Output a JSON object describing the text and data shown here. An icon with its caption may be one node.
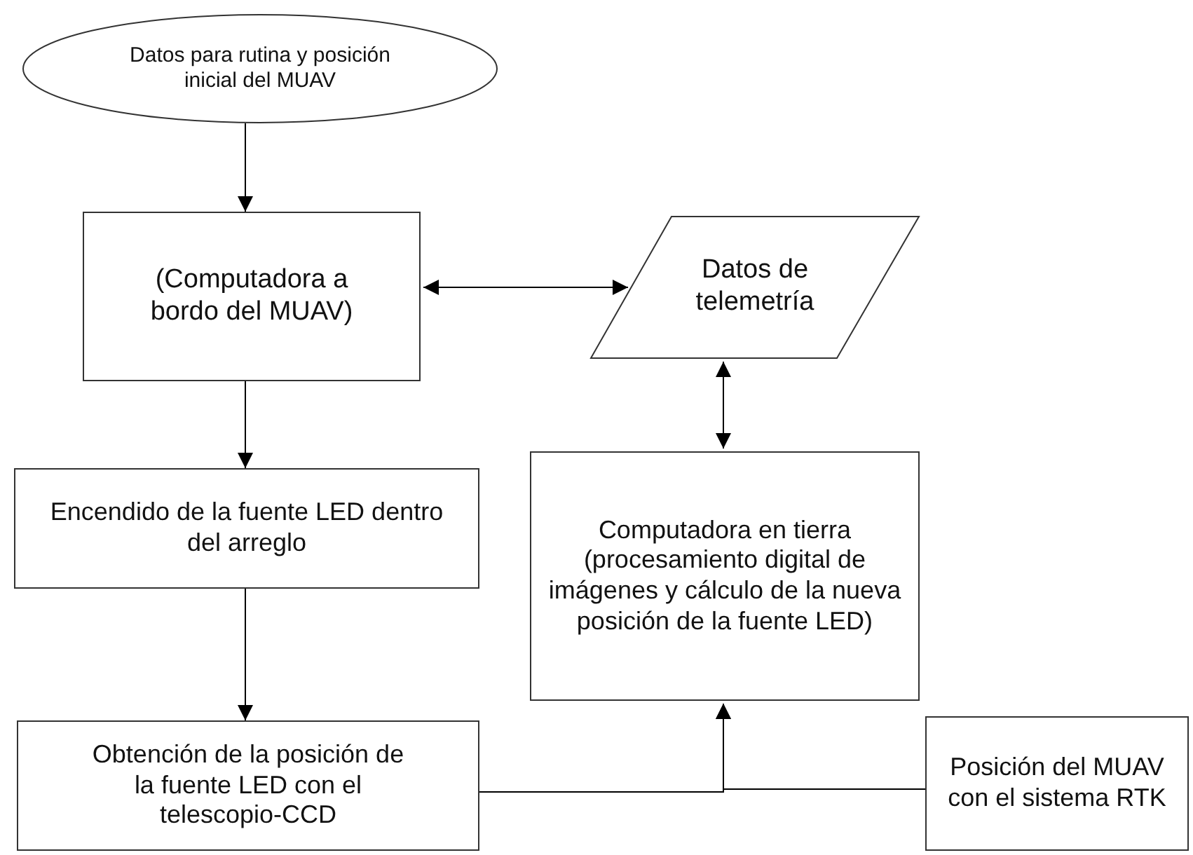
{
  "diagram": {
    "nodes": [
      {
        "text": [
          "Datos para rutina y posición inicial del MUAV"
        ]
      },
      {
        "text": [
          "(Computadora a bordo del MUAV)"
        ]
      },
      {
        "text": [
          "Datos de telemetría"
        ]
      },
      {
        "text": [
          "Encendido de la fuente LED dentro del arreglo"
        ]
      },
      {
        "text": [
          "Computadora en tierra (procesamiento digital de imágenes y cálculo de la nueva posición de la fuente LED)"
        ]
      },
      {
        "text": [
          "Obtención de la posición de la fuente LED con el telescopio-CCD"
        ]
      },
      {
        "text": [
          "Posición del MUAV con el sistema RTK"
        ]
      }
    ],
    "edges": [
      {
        "from": 0,
        "to": 1,
        "arrow": "to"
      },
      {
        "from": 1,
        "to": 2,
        "arrow": "both"
      },
      {
        "from": 4,
        "to": 2,
        "arrow": "both"
      },
      {
        "from": 1,
        "to": 3,
        "arrow": "to"
      },
      {
        "from": 3,
        "to": 5,
        "arrow": "to"
      },
      {
        "from": 5,
        "to": 4,
        "arrow": "to"
      },
      {
        "from": 6,
        "to": 4,
        "arrow": "to"
      }
    ]
  }
}
